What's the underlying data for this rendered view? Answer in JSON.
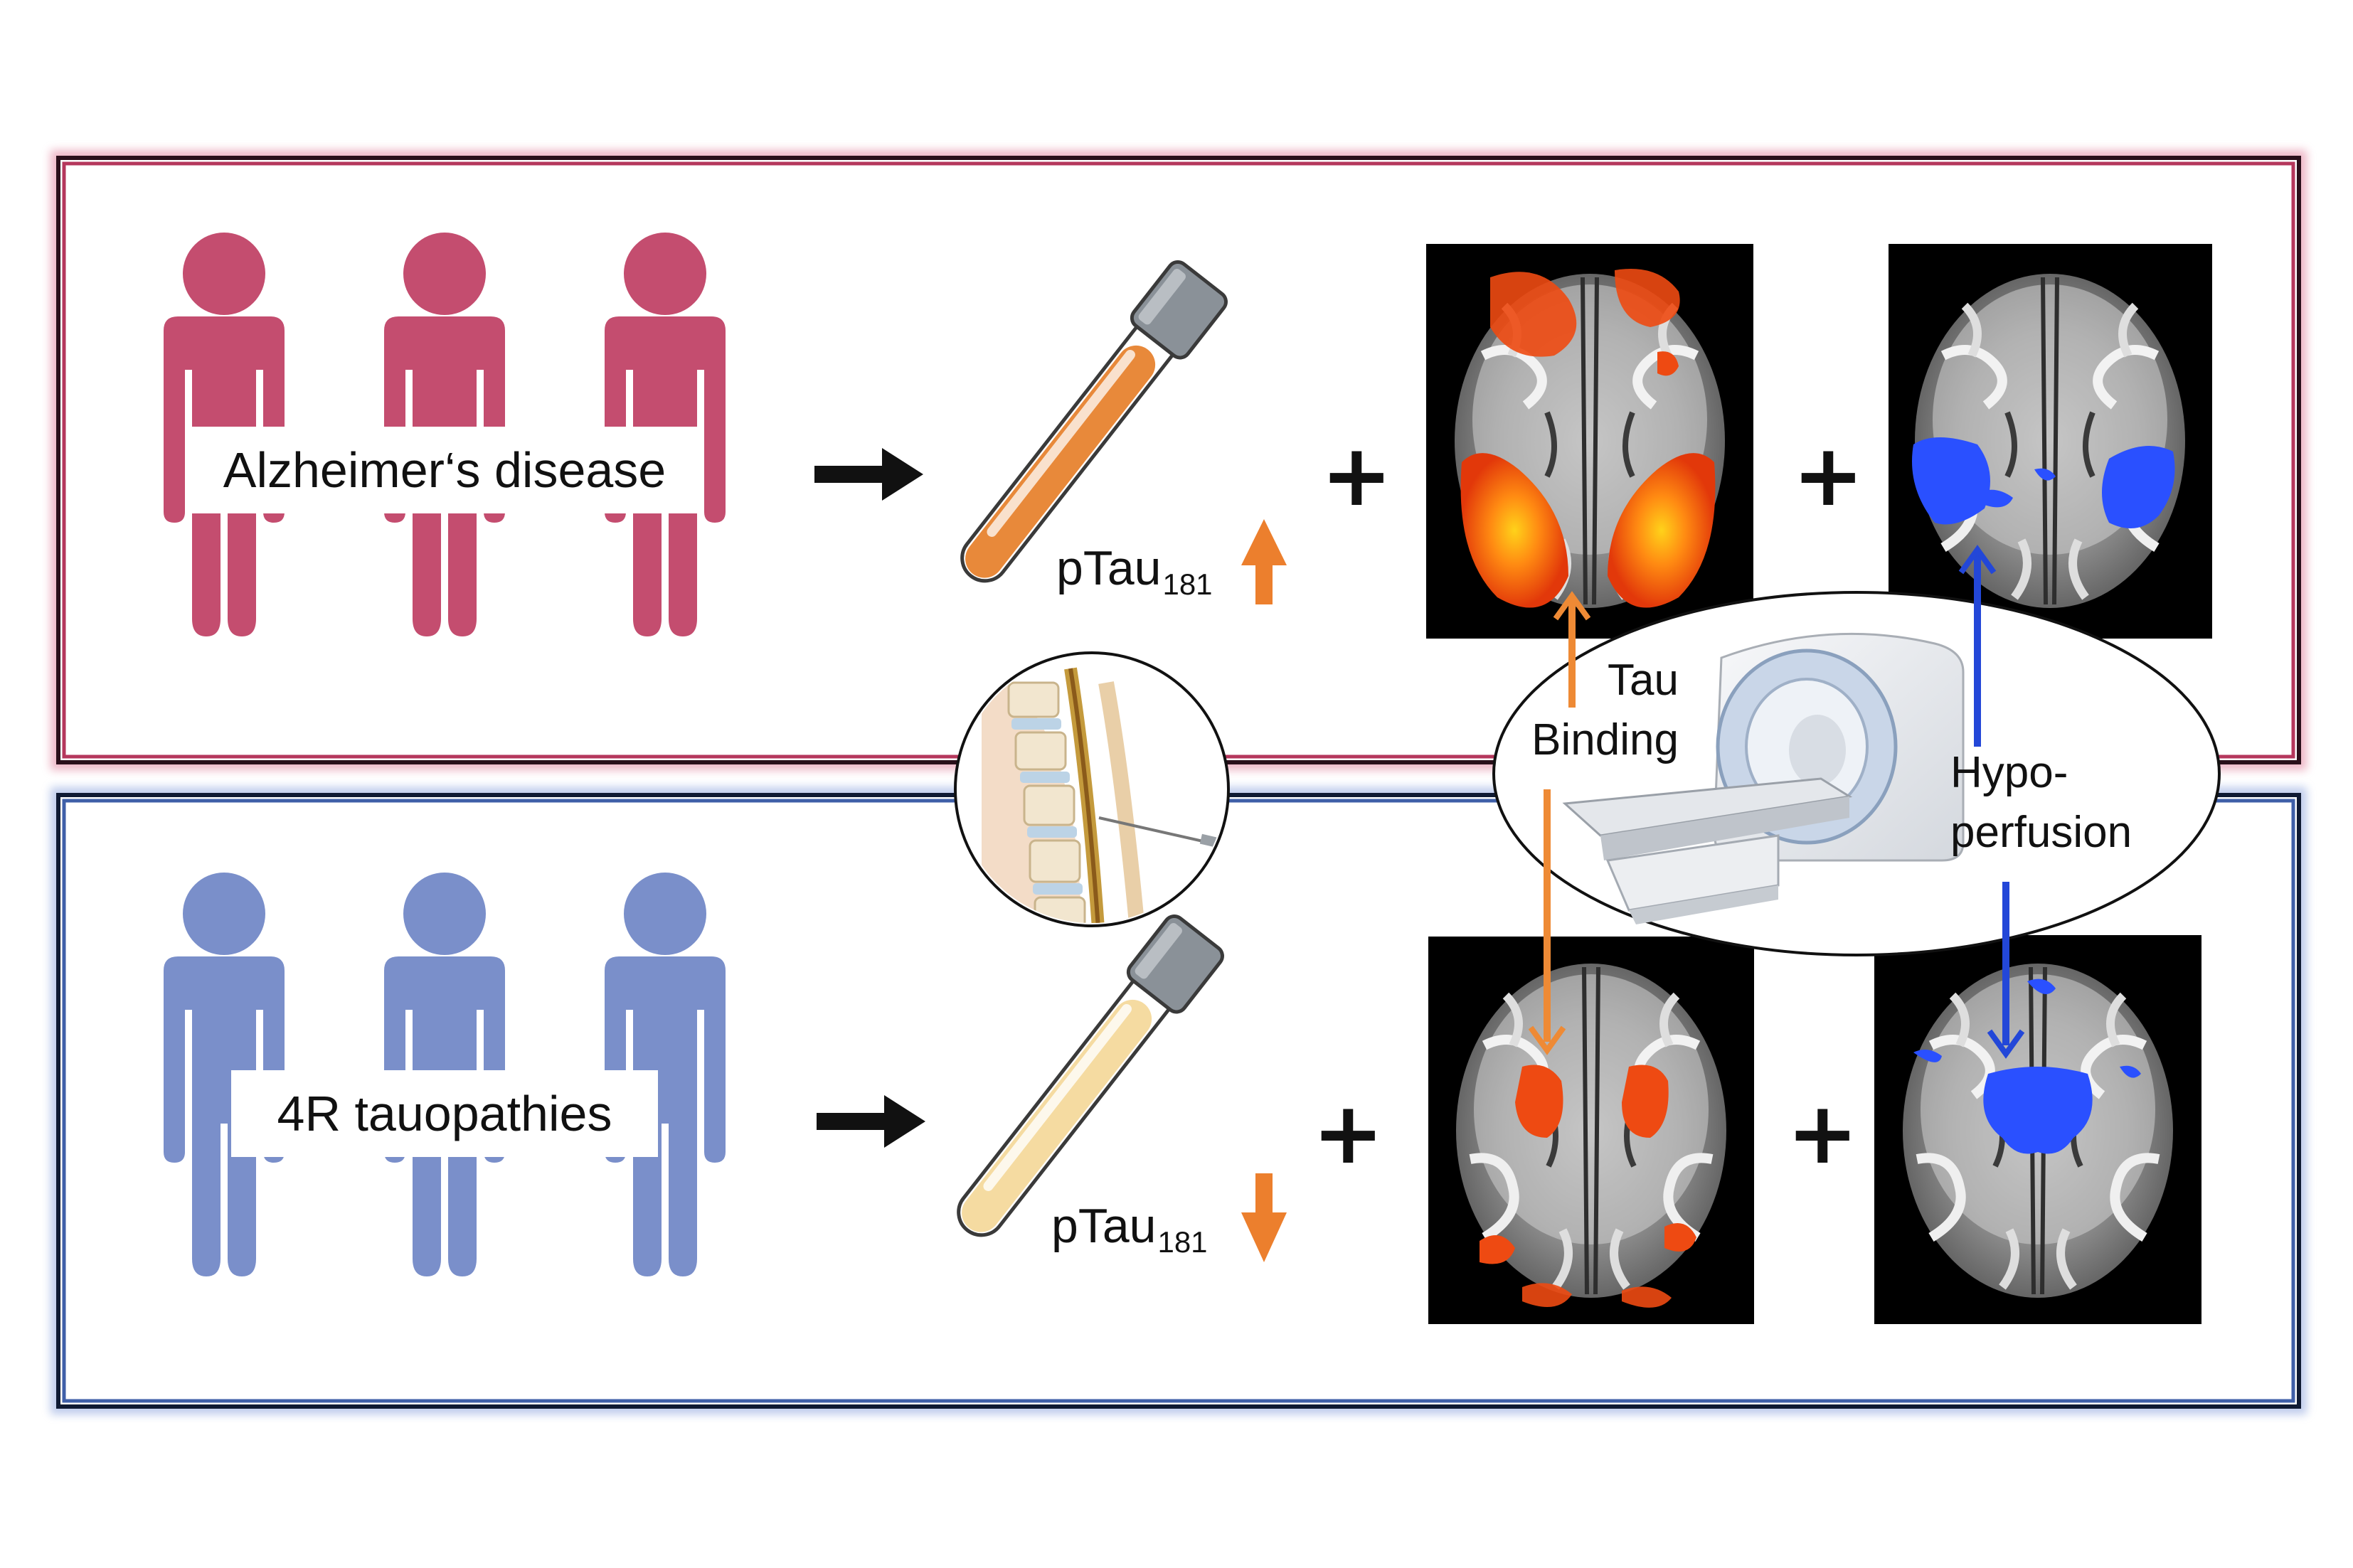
{
  "groups": {
    "ad": {
      "label": "Alzheimer‘s disease",
      "ptau_main": "pTau",
      "ptau_sub": "181",
      "ptau_direction": "up",
      "person_color": "#c44d6f",
      "frame_color": "#b5375c"
    },
    "fourr": {
      "label": "4R tauopathies",
      "ptau_main": "pTau",
      "ptau_sub": "181",
      "ptau_direction": "down",
      "person_color": "#7a8fca",
      "frame_color": "#3f5fa8"
    }
  },
  "scanner_callout": {
    "tau_line1": "Tau",
    "tau_line2": "Binding",
    "hypo_line1": "Hypo-",
    "hypo_line2": "perfusion"
  },
  "operators": {
    "plus": "+"
  },
  "colors": {
    "arrow_black": "#111111",
    "ptau_arrow": "#ec7f2d",
    "tau_binding_arrow": "#ee8a35",
    "hypoperfusion_arrow": "#2347d8",
    "tube_ad_fluid": "#e8893a",
    "tube_4r_fluid": "#f5dba1",
    "tau_signal": "#f05a14",
    "hypoperfusion_signal": "#2a50ff"
  },
  "icons": [
    "person-icon",
    "blood-tube-icon",
    "lumbar-puncture-icon",
    "pet-scanner-icon",
    "brain-scan-image"
  ]
}
